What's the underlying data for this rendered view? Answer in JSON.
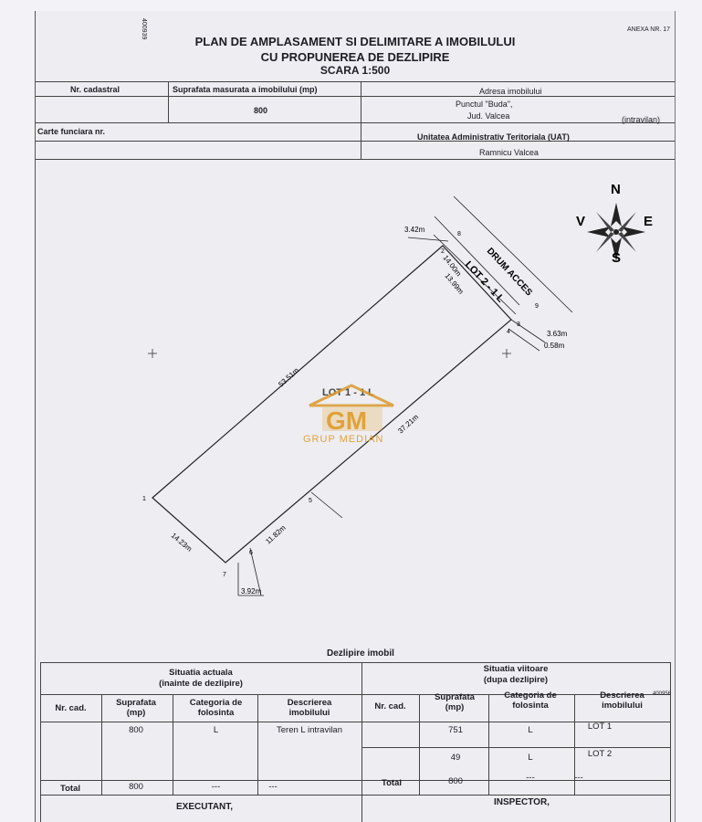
{
  "header": {
    "stamp_id": "400939",
    "anexa": "ANEXA NR. 17",
    "title_line1": "PLAN DE AMPLASAMENT SI DELIMITARE A IMOBILULUI",
    "title_line2": "CU PROPUNEREA DE DEZLIPIRE",
    "scale": "SCARA  1:500"
  },
  "info_table": {
    "nr_cadastral_label": "Nr. cadastral",
    "suprafata_label": "Suprafata masurata a imobilului (mp)",
    "suprafata_value": "800",
    "adresa_label": "Adresa imobilului",
    "adresa_line1": "Punctul \"Buda\",",
    "adresa_line2": "Jud. Valcea",
    "adresa_note": "(intravilan)",
    "carte_funciara_label": "Carte funciara nr.",
    "uat_label": "Unitatea Administrativ Teritoriala (UAT)",
    "uat_value": "Ramnicu Valcea"
  },
  "compass": {
    "north": "N",
    "south": "S",
    "east": "E",
    "west": "V"
  },
  "plan": {
    "road_label": "DRUM ACCES",
    "lot2_label": "LOT 2 - 1 L",
    "lot1_label": "LOT 1 - 1 L",
    "points": [
      "1",
      "2",
      "3",
      "4",
      "5",
      "6",
      "7",
      "8",
      "9"
    ],
    "dimensions": {
      "d_3_42": "3.42m",
      "d_14_00": "14.00m",
      "d_13_99": "13.99m",
      "d_53_51": "53.51m",
      "d_37_21": "37.21m",
      "d_3_63": "3.63m",
      "d_0_58": "0.58m",
      "d_14_23": "14.23m",
      "d_11_82": "11.82m",
      "d_3_92": "3.92m"
    }
  },
  "watermark": {
    "logo": "GM",
    "text": "GRUP MEDIAN"
  },
  "dezlipire": {
    "title": "Dezlipire imobil",
    "stamp_id": "400956",
    "actual": {
      "title1": "Situatia actuala",
      "title2": "(inainte de dezlipire)",
      "headers": [
        "Nr. cad.",
        "Suprafata (mp)",
        "Categoria de folosinta",
        "Descrierea imobilului"
      ],
      "rows": [
        [
          "",
          "800",
          "L",
          "Teren L intravilan"
        ]
      ],
      "total_label": "Total",
      "total_values": [
        "800",
        "---",
        "---"
      ]
    },
    "viitoare": {
      "title1": "Situatia viitoare",
      "title2": "(dupa dezlipire)",
      "headers": [
        "Nr. cad.",
        "Suprafata (mp)",
        "Categoria de folosinta",
        "Descrierea imobilului"
      ],
      "rows": [
        [
          "",
          "751",
          "L",
          "LOT 1"
        ],
        [
          "",
          "49",
          "L",
          "LOT 2"
        ]
      ],
      "total_label": "Total",
      "total_values": [
        "800",
        "---",
        "---"
      ]
    },
    "executant": "EXECUTANT,",
    "inspector": "INSPECTOR,"
  }
}
